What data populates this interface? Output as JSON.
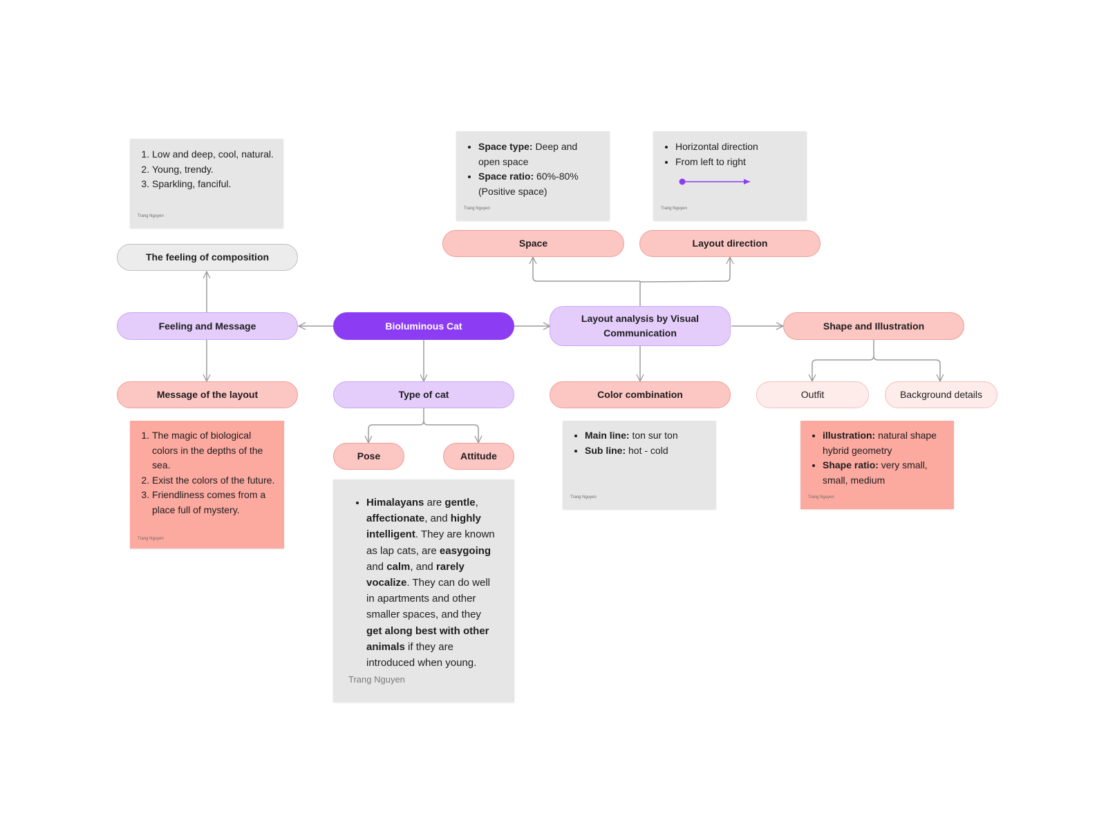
{
  "colors": {
    "root": "#8c3cf2",
    "purple_fill": "#e4ccfb",
    "pink_fill": "#fcc6c2",
    "light_pink_fill": "#fdecea",
    "gray_fill": "#ececec",
    "salmon_note": "#fca99f",
    "gray_note": "#e6e6e6",
    "edge": "#9a9a9a",
    "arrow_sample": "#8c3cf2"
  },
  "nodes": {
    "root": "Bioluminous Cat",
    "feeling_message": "Feeling and Message",
    "feeling_composition": "The feeling of composition",
    "message_layout": "Message of the layout",
    "type_of_cat": "Type of cat",
    "pose": "Pose",
    "attitude": "Attitude",
    "layout_analysis": "Layout analysis by Visual Communication",
    "space": "Space",
    "layout_direction": "Layout direction",
    "color_combination": "Color combination",
    "shape_illustration": "Shape and Illustration",
    "outfit": "Outfit",
    "background_details": "Background details"
  },
  "notes": {
    "author": "Trang Nguyen",
    "composition_items": [
      "Low and deep, cool, natural.",
      "Young, trendy.",
      "Sparkling, fanciful."
    ],
    "message_items": [
      "The magic of biological colors in the depths of the sea.",
      "Exist the colors of the future.",
      "Friendliness comes from a place full of mystery."
    ],
    "space": {
      "type_label": "Space type:",
      "type_value": " Deep and open space",
      "ratio_label": "Space ratio:",
      "ratio_value": " 60%-80% (Positive space)"
    },
    "direction_items": [
      "Horizontal direction",
      "From left to right"
    ],
    "color": {
      "main_label": "Main line:",
      "main_value": " ton sur ton",
      "sub_label": "Sub line:",
      "sub_value": " hot - cold"
    },
    "shape": {
      "illus_label": "illustration:",
      "illus_value": " natural shape hybrid geometry",
      "ratio_label": "Shape ratio:",
      "ratio_value": " very small, small, medium"
    },
    "cat": {
      "t1": "Himalayans",
      "t2": " are ",
      "t3": "gentle",
      "t4": ", ",
      "t5": "affectionate",
      "t6": ", and ",
      "t7": "highly intelligent",
      "t8": ". They are known as lap cats, are ",
      "t9": "easygoing",
      "t10": " and ",
      "t11": "calm",
      "t12": ", and ",
      "t13": "rarely vocalize",
      "t14": ". They can do well in apartments and other smaller spaces, and they ",
      "t15": "get along best with other animals",
      "t16": " if they are introduced when young."
    }
  }
}
